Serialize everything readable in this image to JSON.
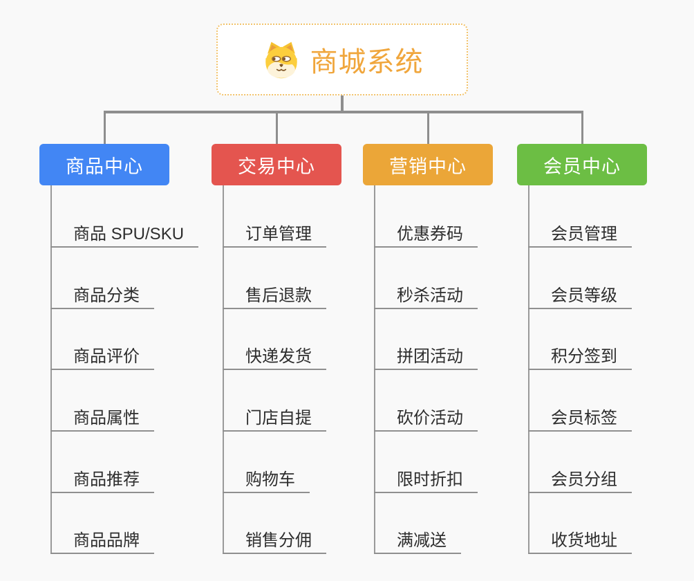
{
  "page": {
    "background_color": "#f9f9f9"
  },
  "root": {
    "title": "商城系统",
    "icon": "dog-face-icon",
    "accent_color": "#f0a63c",
    "border_color": "#f2c36b"
  },
  "connector_color": "#8e8e8e",
  "leaf_underline_color": "#8f8f8f",
  "leaf_text_color": "#2d2d2d",
  "branches": [
    {
      "label": "商品中心",
      "color": "#4286f4",
      "items": [
        "商品 SPU/SKU",
        "商品分类",
        "商品评价",
        "商品属性",
        "商品推荐",
        "商品品牌"
      ]
    },
    {
      "label": "交易中心",
      "color": "#e4554f",
      "items": [
        "订单管理",
        "售后退款",
        "快递发货",
        "门店自提",
        "购物车",
        "销售分佣"
      ]
    },
    {
      "label": "营销中心",
      "color": "#eba638",
      "items": [
        "优惠券码",
        "秒杀活动",
        "拼团活动",
        "砍价活动",
        "限时折扣",
        "满减送"
      ]
    },
    {
      "label": "会员中心",
      "color": "#6cbe44",
      "items": [
        "会员管理",
        "会员等级",
        "积分签到",
        "会员标签",
        "会员分组",
        "收货地址"
      ]
    }
  ]
}
